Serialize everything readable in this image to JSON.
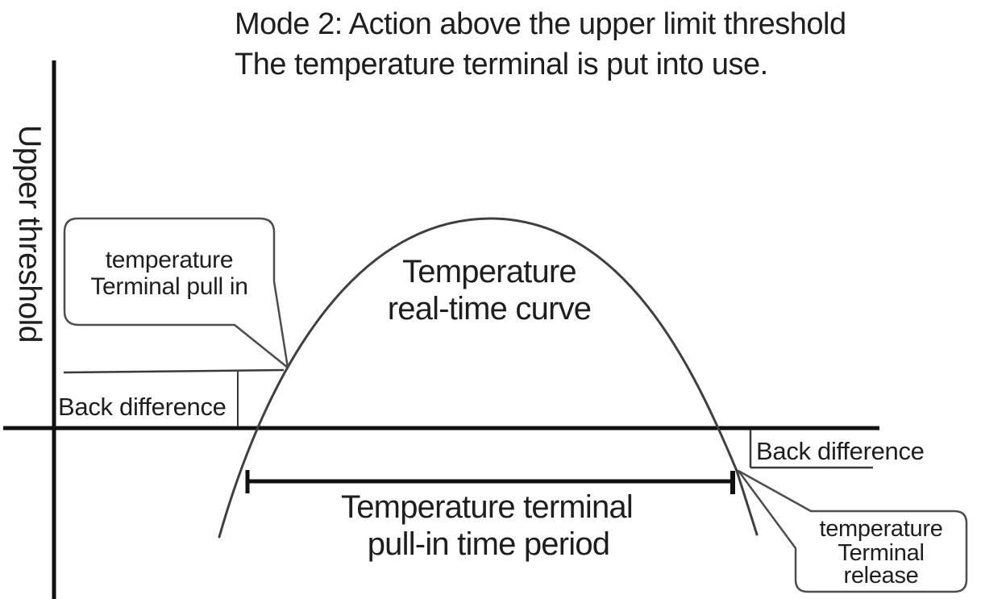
{
  "title": {
    "line1": "Mode 2: Action above the upper limit threshold",
    "line2": "The temperature terminal is put into use."
  },
  "y_axis": {
    "label": "Upper threshold"
  },
  "curve": {
    "label_line1": "Temperature",
    "label_line2": "real-time curve"
  },
  "pull_in_callout": {
    "line1": "temperature",
    "line2": "Terminal pull in"
  },
  "release_callout": {
    "line1": "temperature",
    "line2": "Terminal",
    "line3": "release"
  },
  "back_difference_left": {
    "label": "Back difference"
  },
  "back_difference_right": {
    "label": "Back difference"
  },
  "time_period": {
    "line1": "Temperature terminal",
    "line2": "pull-in time period"
  },
  "colors": {
    "background": "#ffffff",
    "ink": "#1e1e1e",
    "axis": "#111111",
    "thin_line": "#3a3a3a",
    "curve": "#3f3f3f",
    "callout_border": "#4d4d4d",
    "callout_fill": "#ffffff"
  }
}
